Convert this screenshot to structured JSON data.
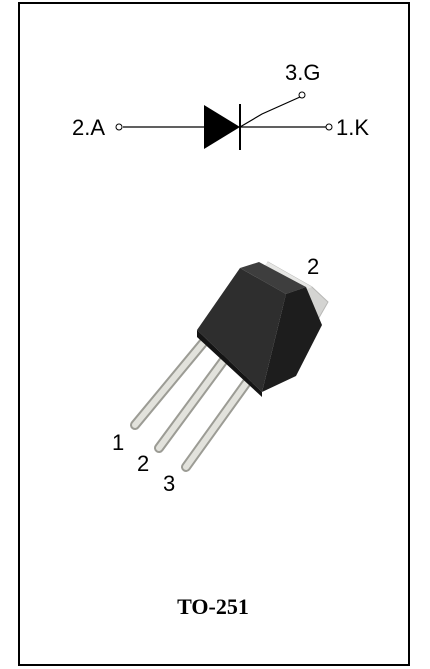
{
  "symbol": {
    "anode_label": "2.A",
    "cathode_label": "1.K",
    "gate_label": "3.G"
  },
  "package": {
    "tab_pin_label": "2",
    "lead_labels": [
      "1",
      "2",
      "3"
    ],
    "name": "TO-251"
  },
  "colors": {
    "line": "#000000",
    "body": "#2b2b2b",
    "body_top": "#3c3c3c",
    "body_side": "#1c1c1c",
    "tab": "#d8d8d6",
    "lead": "#d6d6cf"
  }
}
